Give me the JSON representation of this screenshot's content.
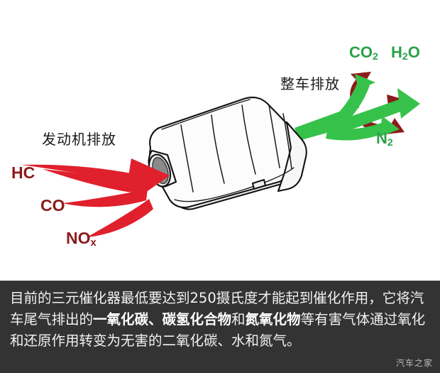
{
  "illustration": {
    "type": "catalytic-converter-diagram",
    "background_color": "#ffffff",
    "labels": {
      "engine_emission": "发动机排放",
      "vehicle_emission": "整车排放",
      "hc": "HC",
      "co": "CO",
      "nox_main": "NO",
      "nox_sub": "x",
      "co2_main": "CO",
      "co2_sub": "2",
      "h2o_main": "H",
      "h2o_sub": "2",
      "h2o_tail": "O",
      "n2_main": "N",
      "n2_sub": "2"
    },
    "colors": {
      "inlet_arrow_red": "#e0202c",
      "inlet_label_dark_red": "#8c1b1b",
      "outlet_arrow_green": "#36c24a",
      "outlet_arrow_shadow": "#8c1b1b",
      "converter_body": "#fcfcfc",
      "converter_outline": "#111111",
      "substrate_mesh": "#7a7a7a"
    }
  },
  "caption": {
    "background_color": "#333333",
    "segments": [
      {
        "text": "目前的三元催化器最低要达到250摄氏度才能起到催化作用，它将汽车尾气排出的",
        "bold": false
      },
      {
        "text": "一氧化碳、碳氢化合物",
        "bold": true
      },
      {
        "text": "和",
        "bold": false
      },
      {
        "text": "氮氧化物",
        "bold": true
      },
      {
        "text": "等有害气体通过氧化和还原作用转变为无害的二氧化碳、水和氮气。",
        "bold": false
      }
    ],
    "watermark": "汽车之家"
  }
}
